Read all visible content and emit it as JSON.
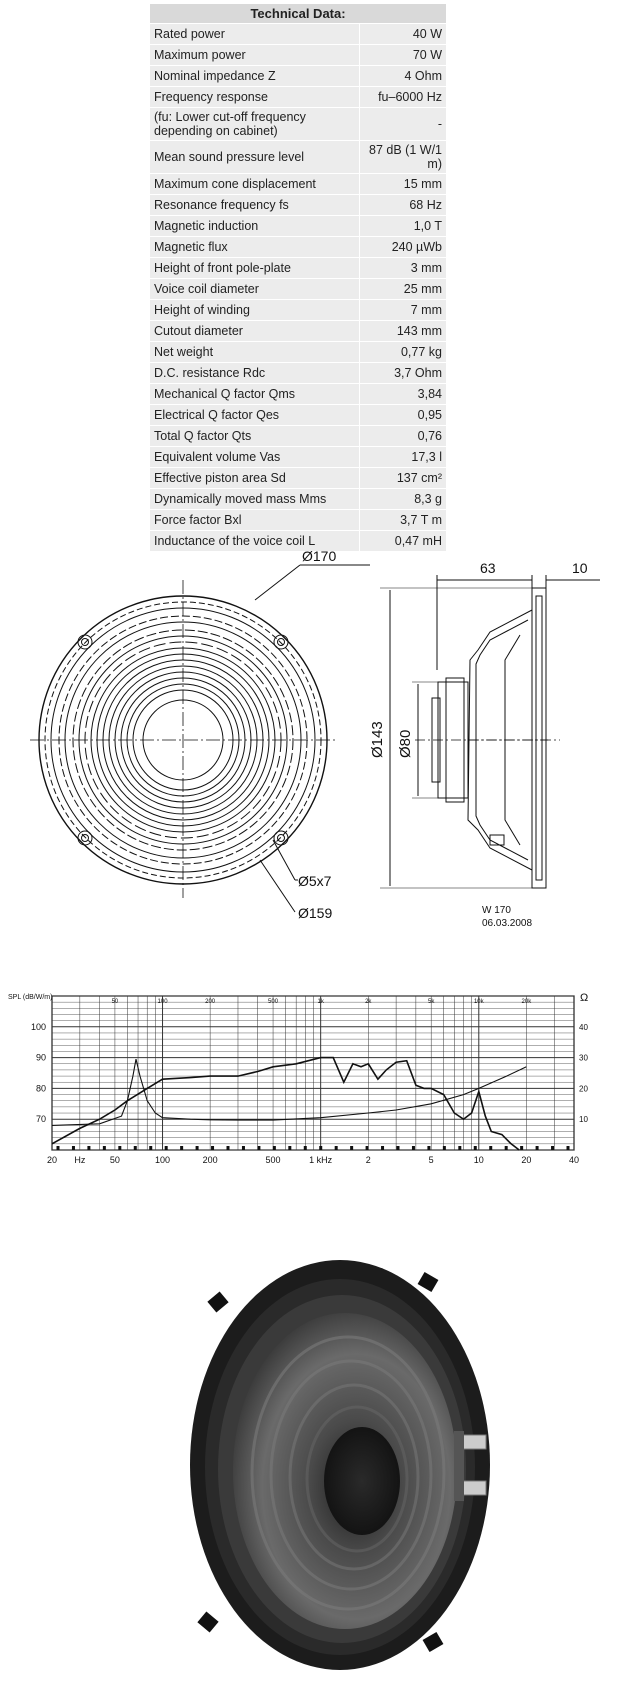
{
  "spec": {
    "title": "Technical Data:",
    "rows": [
      {
        "label": "Rated power",
        "value": "40 W"
      },
      {
        "label": "Maximum power",
        "value": "70 W"
      },
      {
        "label": "Nominal impedance Z",
        "value": "4 Ohm"
      },
      {
        "label": "Frequency response",
        "value": "fu–6000 Hz"
      },
      {
        "label": "(fu: Lower cut-off frequency depending on cabinet)",
        "value": "-"
      },
      {
        "label": "Mean sound pressure level",
        "value": "87 dB (1 W/1 m)"
      },
      {
        "label": "Maximum cone displacement",
        "value": "15 mm"
      },
      {
        "label": "Resonance frequency fs",
        "value": "68 Hz"
      },
      {
        "label": "Magnetic induction",
        "value": "1,0 T"
      },
      {
        "label": "Magnetic flux",
        "value": "240 µWb"
      },
      {
        "label": "Height of front pole-plate",
        "value": "3 mm"
      },
      {
        "label": "Voice coil diameter",
        "value": "25 mm"
      },
      {
        "label": "Height of winding",
        "value": "7 mm"
      },
      {
        "label": "Cutout diameter",
        "value": "143 mm"
      },
      {
        "label": "Net weight",
        "value": "0,77 kg"
      },
      {
        "label": "D.C. resistance Rdc",
        "value": "3,7 Ohm"
      },
      {
        "label": "Mechanical Q factor Qms",
        "value": "3,84"
      },
      {
        "label": "Electrical Q factor Qes",
        "value": "0,95"
      },
      {
        "label": "Total Q factor Qts",
        "value": "0,76"
      },
      {
        "label": "Equivalent volume Vas",
        "value": "17,3 l"
      },
      {
        "label": "Effective piston area Sd",
        "value": "137 cm²"
      },
      {
        "label": "Dynamically moved mass Mms",
        "value": "8,3 g"
      },
      {
        "label": "Force factor Bxl",
        "value": "3,7 T m"
      },
      {
        "label": "Inductance of the voice coil L",
        "value": "0,47 mH"
      }
    ]
  },
  "drawing": {
    "front_outer_dia": "Ø170",
    "front_hole": "Ø5x7",
    "front_bolt_circle": "Ø159",
    "side_depth": "63",
    "side_flange": "10",
    "side_cutout": "Ø143",
    "side_magnet": "Ø80",
    "model": "W 170",
    "date": "06.03.2008"
  },
  "chart_data": {
    "type": "line",
    "ylabel_left": "SPL (dB/W/m)",
    "ylabel_right": "Ω",
    "x_unit_label": "Hz",
    "x_scale": "log",
    "xlim": [
      20,
      40000
    ],
    "ylim_left": [
      60,
      110
    ],
    "ylim_right": [
      0,
      50
    ],
    "x_tick_labels": [
      "20",
      "Hz",
      "50",
      "100",
      "200",
      "500",
      "1 kHz",
      "2",
      "5",
      "10",
      "20",
      "40"
    ],
    "top_tick_labels": [
      "50",
      "100",
      "200",
      "500",
      "1k",
      "2k",
      "5k",
      "10k",
      "20k"
    ],
    "left_tick_labels": [
      "100",
      "90",
      "80",
      "70"
    ],
    "right_tick_labels": [
      "40",
      "30",
      "20",
      "10"
    ],
    "series": [
      {
        "axis": "left",
        "x": [
          20,
          30,
          40,
          50,
          60,
          80,
          100,
          150,
          200,
          300,
          400,
          500,
          700,
          1000,
          1200,
          1400,
          1600,
          1800,
          2000,
          2300,
          2600,
          3000,
          3500,
          4000,
          4500,
          5000,
          6000,
          7000,
          8000,
          9000,
          10000,
          11000,
          12000,
          14000,
          16000,
          18000
        ],
        "y": [
          62,
          67,
          70,
          73,
          76,
          80,
          83,
          83.5,
          84,
          84,
          85.5,
          87,
          88,
          90,
          90,
          82,
          88,
          87,
          88,
          83,
          86,
          88.5,
          89,
          81,
          80,
          80,
          78,
          72,
          70,
          72,
          79,
          71,
          66,
          65,
          62,
          60
        ]
      },
      {
        "axis": "right",
        "x": [
          20,
          40,
          55,
          60,
          65,
          68,
          72,
          80,
          90,
          100,
          150,
          200,
          300,
          500,
          1000,
          2000,
          3000,
          5000,
          8000,
          10000,
          15000,
          20000
        ],
        "y": [
          8,
          8.5,
          11,
          16,
          24,
          29.5,
          24,
          16,
          12,
          10.5,
          10,
          9.8,
          9.7,
          9.7,
          10.5,
          12,
          13,
          15,
          18,
          20,
          24,
          27
        ]
      }
    ]
  },
  "photo": {
    "caption": ""
  }
}
